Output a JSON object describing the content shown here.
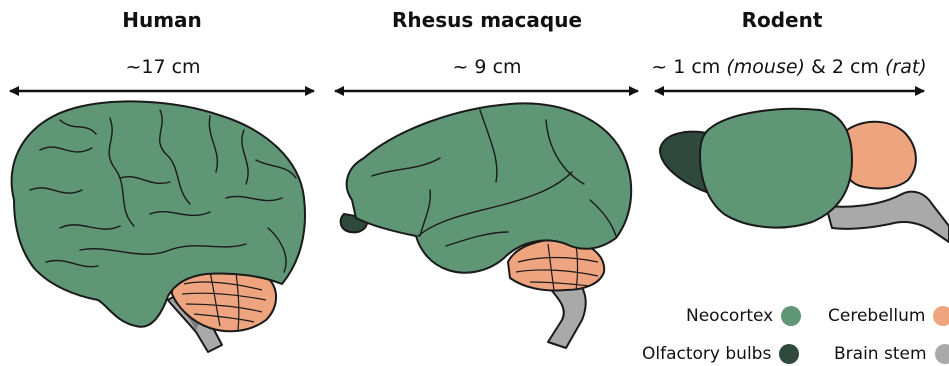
{
  "panels": [
    {
      "title": "Human",
      "size": "~17 cm"
    },
    {
      "title": "Rhesus macaque",
      "size": "~ 9 cm"
    },
    {
      "title": "Rodent",
      "size_prefix": "~ 1 cm ",
      "size_mouse": "(mouse)",
      "size_mid": " & 2 cm ",
      "size_rat": "(rat)"
    }
  ],
  "legend": [
    {
      "label": "Neocortex",
      "color": "#5f9676"
    },
    {
      "label": "Cerebellum",
      "color": "#eea57f"
    },
    {
      "label": "Olfactory bulbs",
      "color": "#2f4a3c"
    },
    {
      "label": "Brain stem",
      "color": "#a9a9a9"
    }
  ]
}
